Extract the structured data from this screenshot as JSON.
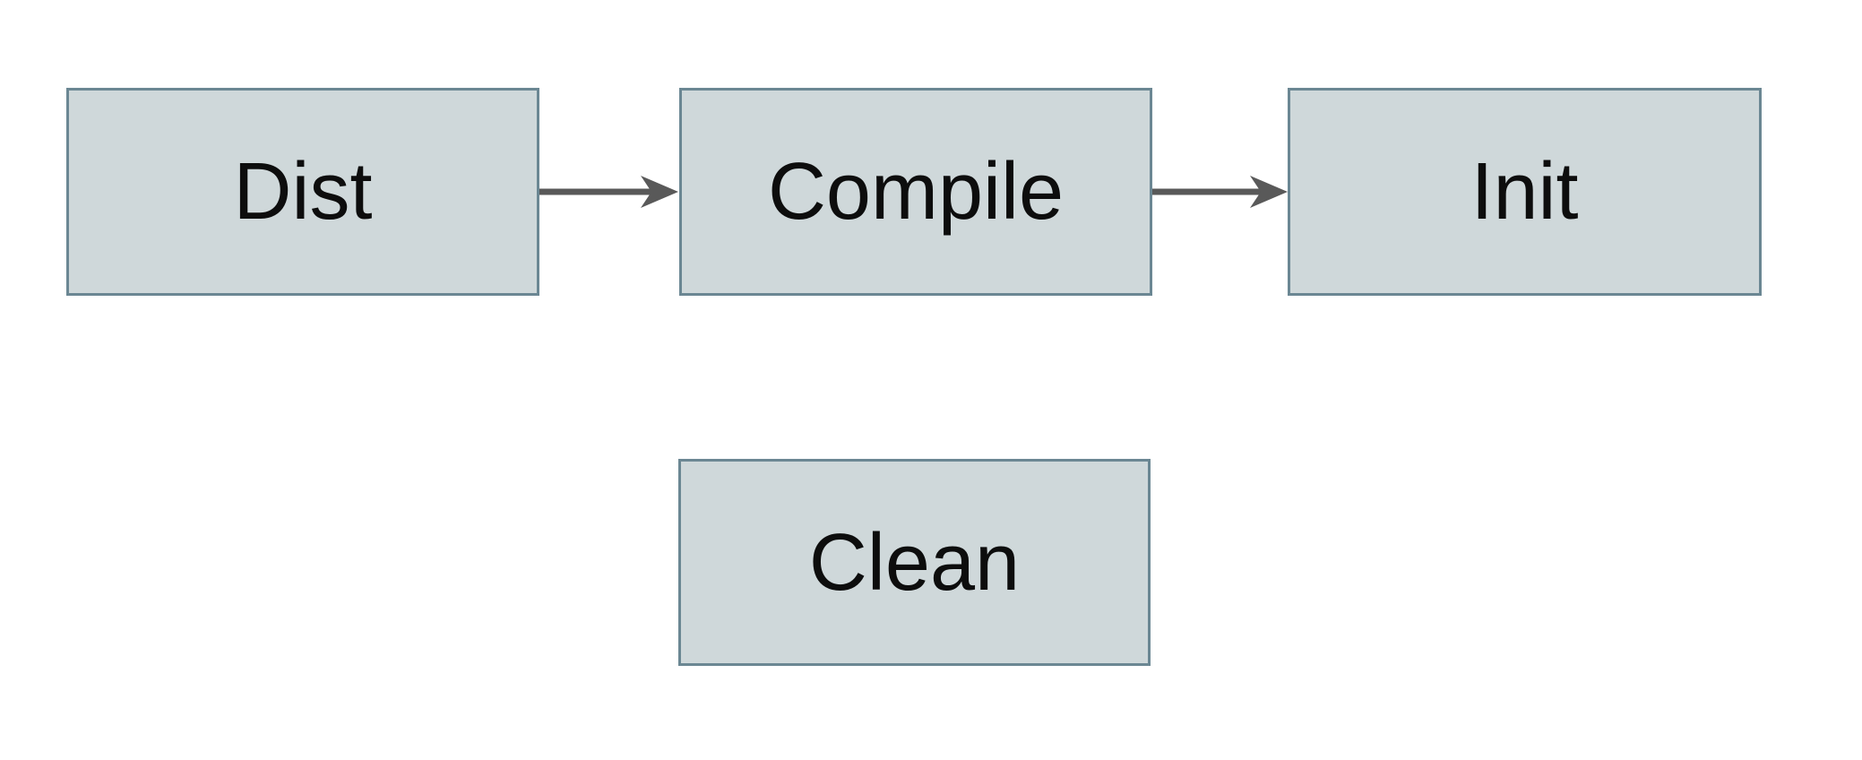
{
  "diagram": {
    "colors": {
      "background": "#ffffff",
      "box-fill": "#cfd8da",
      "box-border": "#6b8793",
      "arrow": "#595959",
      "text": "#0d0d0d"
    },
    "nodes": [
      {
        "id": "dist",
        "label": "Dist"
      },
      {
        "id": "compile",
        "label": "Compile"
      },
      {
        "id": "init",
        "label": "Init"
      },
      {
        "id": "clean",
        "label": "Clean"
      }
    ],
    "edges": [
      {
        "from": "dist",
        "to": "compile"
      },
      {
        "from": "compile",
        "to": "init"
      }
    ]
  }
}
